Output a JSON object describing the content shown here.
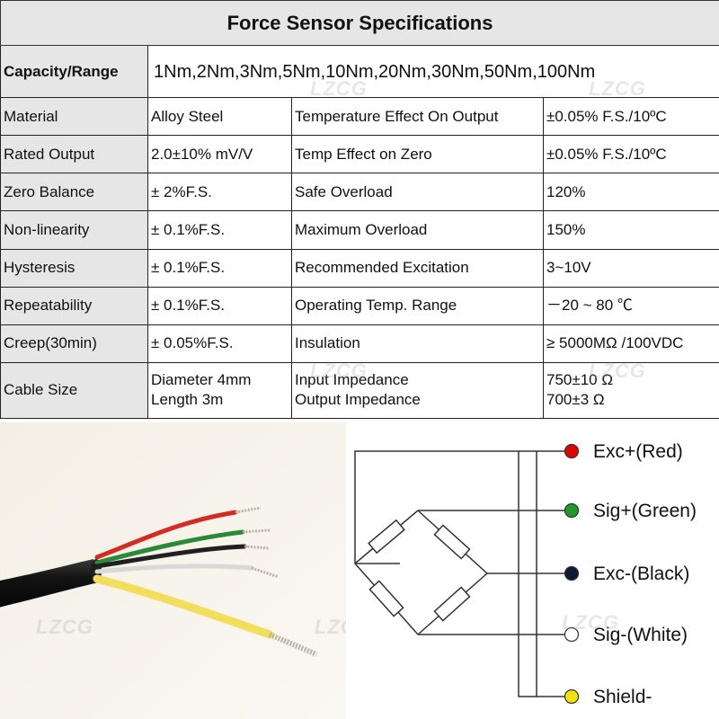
{
  "table": {
    "title": "Force Sensor Specifications",
    "capacity_label": "Capacity/Range",
    "capacity_value": "1Nm,2Nm,3Nm,5Nm,10Nm,20Nm,30Nm,50Nm,100Nm",
    "rows": [
      {
        "left_label": "Material",
        "left_value": "Alloy Steel",
        "right_label": "Temperature Effect On Output",
        "right_value": "±0.05% F.S./10ºC"
      },
      {
        "left_label": "Rated Output",
        "left_value": "2.0±10% mV/V",
        "right_label": "Temp Effect on Zero",
        "right_value": "±0.05% F.S./10ºC"
      },
      {
        "left_label": "Zero Balance",
        "left_value": "± 2%F.S.",
        "right_label": "Safe Overload",
        "right_value": "120%"
      },
      {
        "left_label": "Non-linearity",
        "left_value": "± 0.1%F.S.",
        "right_label": "Maximum Overload",
        "right_value": "150%"
      },
      {
        "left_label": "Hysteresis",
        "left_value": "± 0.1%F.S.",
        "right_label": "Recommended Excitation",
        "right_value": "3~10V"
      },
      {
        "left_label": "Repeatability",
        "left_value": "± 0.1%F.S.",
        "right_label": "Operating Temp. Range",
        "right_value": "－20 ~ 80 ℃"
      },
      {
        "left_label": "Creep(30min)",
        "left_value": "± 0.05%F.S.",
        "right_label": "Insulation",
        "right_value": "≥ 5000MΩ /100VDC"
      }
    ],
    "cable": {
      "label": "Cable Size",
      "value_line1": "Diameter 4mm",
      "value_line2": "Length 3m",
      "right_label_line1": "Input  Impedance",
      "right_label_line2": "Output  Impedance",
      "right_value_line1": "750±10 Ω",
      "right_value_line2": "700±3 Ω"
    }
  },
  "diagram": {
    "wires": [
      {
        "label": "Exc+(Red)",
        "color": "#e00000"
      },
      {
        "label": "Sig+(Green)",
        "color": "#1f9a2e"
      },
      {
        "label": "Exc-(Black)",
        "color": "#0d1a33"
      },
      {
        "label": "Sig-(White)",
        "color": "#ffffff"
      },
      {
        "label": "Shield-",
        "color": "#f2e20a"
      }
    ]
  },
  "photo": {
    "wire_colors": [
      "#d62a24",
      "#2a8a3a",
      "#202020",
      "#e8e8e8",
      "#f1de5a"
    ],
    "cable_color": "#141414"
  },
  "watermark": {
    "text": "LZCG"
  }
}
